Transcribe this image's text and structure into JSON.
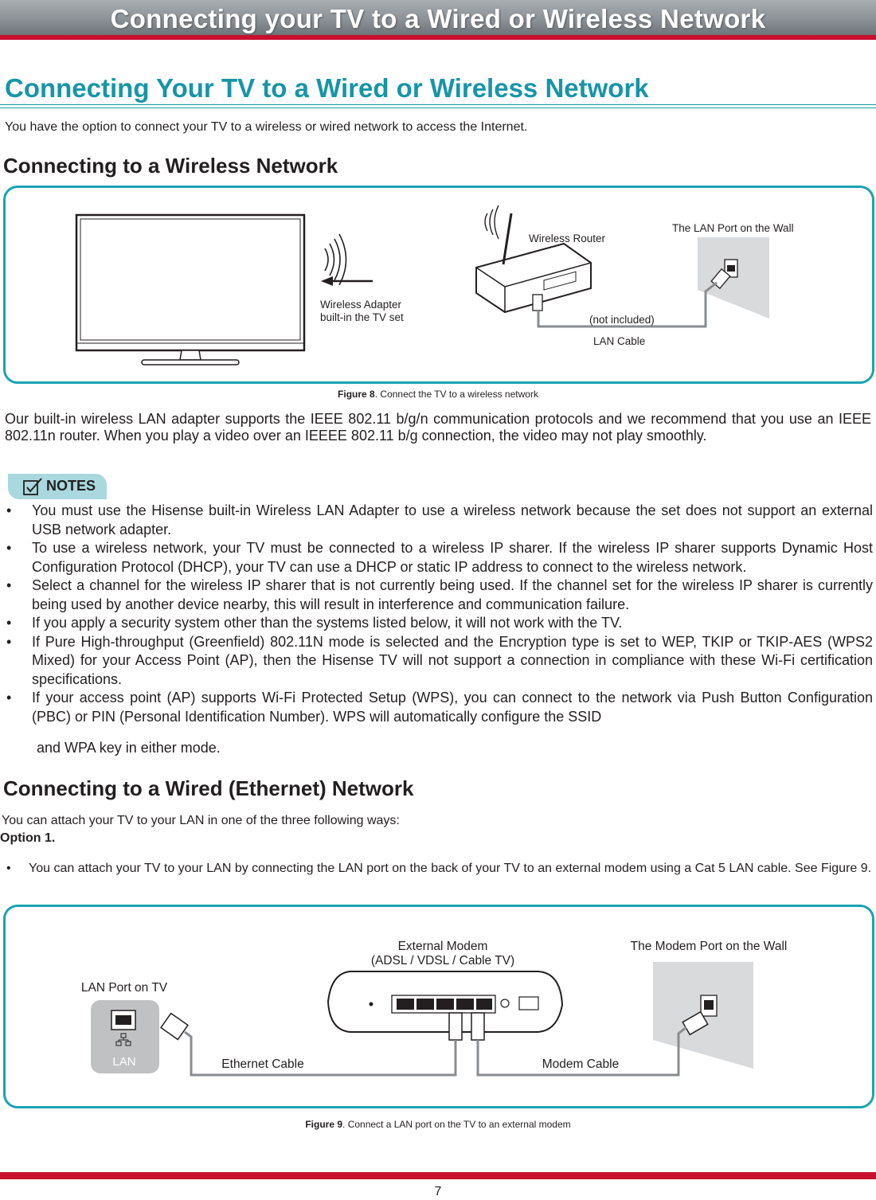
{
  "banner": {
    "title": "Connecting your TV to a Wired or Wireless Network"
  },
  "heading": "Connecting Your TV to a Wired or Wireless Network",
  "intro": "You have the option to connect your TV to a wireless or wired network to access the Internet.",
  "wireless": {
    "heading": "Connecting to a Wireless Network",
    "figure": {
      "adapter_label_1": "Wireless Adapter",
      "adapter_label_2": "built-in the TV set",
      "router_label": "Wireless Router",
      "wall_label": "The LAN Port on the Wall",
      "not_included": "(not included)",
      "cable_label": "LAN Cable"
    },
    "caption_bold": "Figure 8",
    "caption_rest": ". Connect the TV to a wireless network",
    "body": "Our built-in wireless LAN adapter supports the IEEE 802.11 b/g/n communication protocols and we recommend that you use an IEEE 802.11n router. When you play a video over an IEEEE 802.11 b/g connection, the video may not play smoothly."
  },
  "notes": {
    "title": "NOTES",
    "items": [
      "You must use the Hisense built-in Wireless LAN Adapter to use a wireless network because the set does not support an external USB network adapter.",
      "To use a wireless network, your TV must be connected to a wireless IP sharer. If the wireless IP sharer supports Dynamic Host Configuration Protocol (DHCP), your TV can use a DHCP or static IP address to connect to the wireless network.",
      "Select a channel for the wireless IP sharer that is not currently being used. If the channel set for the wireless IP sharer is currently being used by another device nearby, this will result in interference and communication failure.",
      "If you apply a security system other than the systems listed below, it will not work with the TV.",
      "If Pure High-throughput (Greenfield) 802.11N mode is selected and the Encryption type is set to WEP, TKIP or TKIP-AES (WPS2 Mixed) for your Access Point (AP), then the Hisense TV will not support a connection in compliance with these Wi-Fi certification specifications.",
      "If your access point (AP) supports Wi-Fi Protected Setup (WPS), you can connect to the network via Push Button Configuration (PBC) or PIN (Personal Identification Number). WPS will automatically configure the SSID"
    ],
    "last_line": "and WPA key in either mode."
  },
  "wired": {
    "heading": "Connecting to a Wired (Ethernet) Network",
    "intro": "You can attach your TV to your LAN in one of the three following ways:",
    "option": "Option 1.",
    "bullet": "You can attach your TV to your LAN by connecting the LAN port on the back of your TV to an external modem using a Cat 5 LAN cable. See Figure 9.",
    "figure": {
      "modem_label_1": "External Modem",
      "modem_label_2": "(ADSL / VDSL / Cable TV)",
      "wall_label": "The Modem Port on the Wall",
      "lan_port_label": "LAN Port on TV",
      "lan_text": "LAN",
      "ethernet_label": "Ethernet Cable",
      "modem_cable_label": "Modem Cable"
    },
    "caption_bold": "Figure 9",
    "caption_rest": ". Connect a LAN port on the TV to an external modem"
  },
  "page_number": "7",
  "colors": {
    "teal": "#1795a7",
    "red": "#c8102e",
    "notes_bg": "#a9d8de"
  }
}
